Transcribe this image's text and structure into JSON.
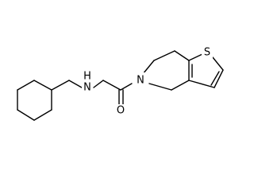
{
  "diagram": {
    "type": "chemical-structure",
    "atom_labels": {
      "amine": "H",
      "amine_n": "N",
      "amide_n": "N",
      "carbonyl_o": "O",
      "thiophene_s": "S"
    },
    "colors": {
      "bond": "#000000",
      "label": "#000000",
      "background": "#ffffff"
    }
  }
}
